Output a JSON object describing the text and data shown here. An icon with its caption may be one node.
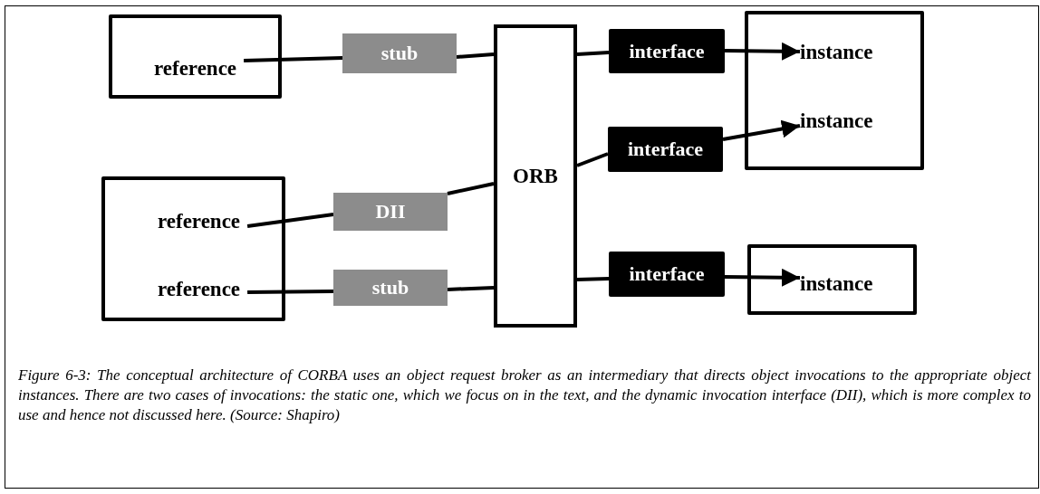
{
  "diagram": {
    "nodes": [
      {
        "text": [],
        "shape": "box"
      },
      {
        "text": [
          "reference"
        ],
        "in": 0
      },
      {
        "text": [
          "stub"
        ]
      },
      {
        "text": [
          "ORB"
        ]
      },
      {
        "text": [
          "interface"
        ]
      },
      {
        "text": [],
        "shape": "box"
      },
      {
        "text": [
          "instance"
        ],
        "in": 5
      },
      {
        "text": [
          "instance"
        ],
        "in": 5
      },
      {
        "text": [
          "interface"
        ]
      },
      {
        "text": [],
        "shape": "box"
      },
      {
        "text": [
          "reference"
        ],
        "in": 9
      },
      {
        "text": [
          "reference"
        ],
        "in": 9
      },
      {
        "text": [
          "DII"
        ]
      },
      {
        "text": [
          "stub"
        ]
      },
      {
        "text": [
          "interface"
        ]
      },
      {
        "text": [],
        "shape": "box"
      },
      {
        "text": [
          "instance"
        ],
        "in": 15
      }
    ],
    "edges": [
      {
        "from": 1,
        "to": 2,
        "arrow": "none"
      },
      {
        "from": 2,
        "to": 3,
        "arrow": "none"
      },
      {
        "from": 3,
        "to": 4,
        "arrow": "none"
      },
      {
        "from": 4,
        "to": 6,
        "arrow": "to"
      },
      {
        "from": 3,
        "to": 8,
        "arrow": "none"
      },
      {
        "from": 8,
        "to": 7,
        "arrow": "to"
      },
      {
        "from": 10,
        "to": 12,
        "arrow": "none"
      },
      {
        "from": 12,
        "to": 3,
        "arrow": "none"
      },
      {
        "from": 11,
        "to": 13,
        "arrow": "none"
      },
      {
        "from": 13,
        "to": 3,
        "arrow": "none"
      },
      {
        "from": 3,
        "to": 14,
        "arrow": "none"
      },
      {
        "from": 14,
        "to": 16,
        "arrow": "to"
      }
    ],
    "caption": "Figure 6-3:  The conceptual architecture of CORBA uses an object request broker as an intermediary that directs object invocations to the appropriate object instances.  There are two cases of invocations: the static one, which we focus on in the text, and the dynamic invocation interface (DII), which is more complex to use and hence not discussed here.  (Source: Shapiro)"
  }
}
